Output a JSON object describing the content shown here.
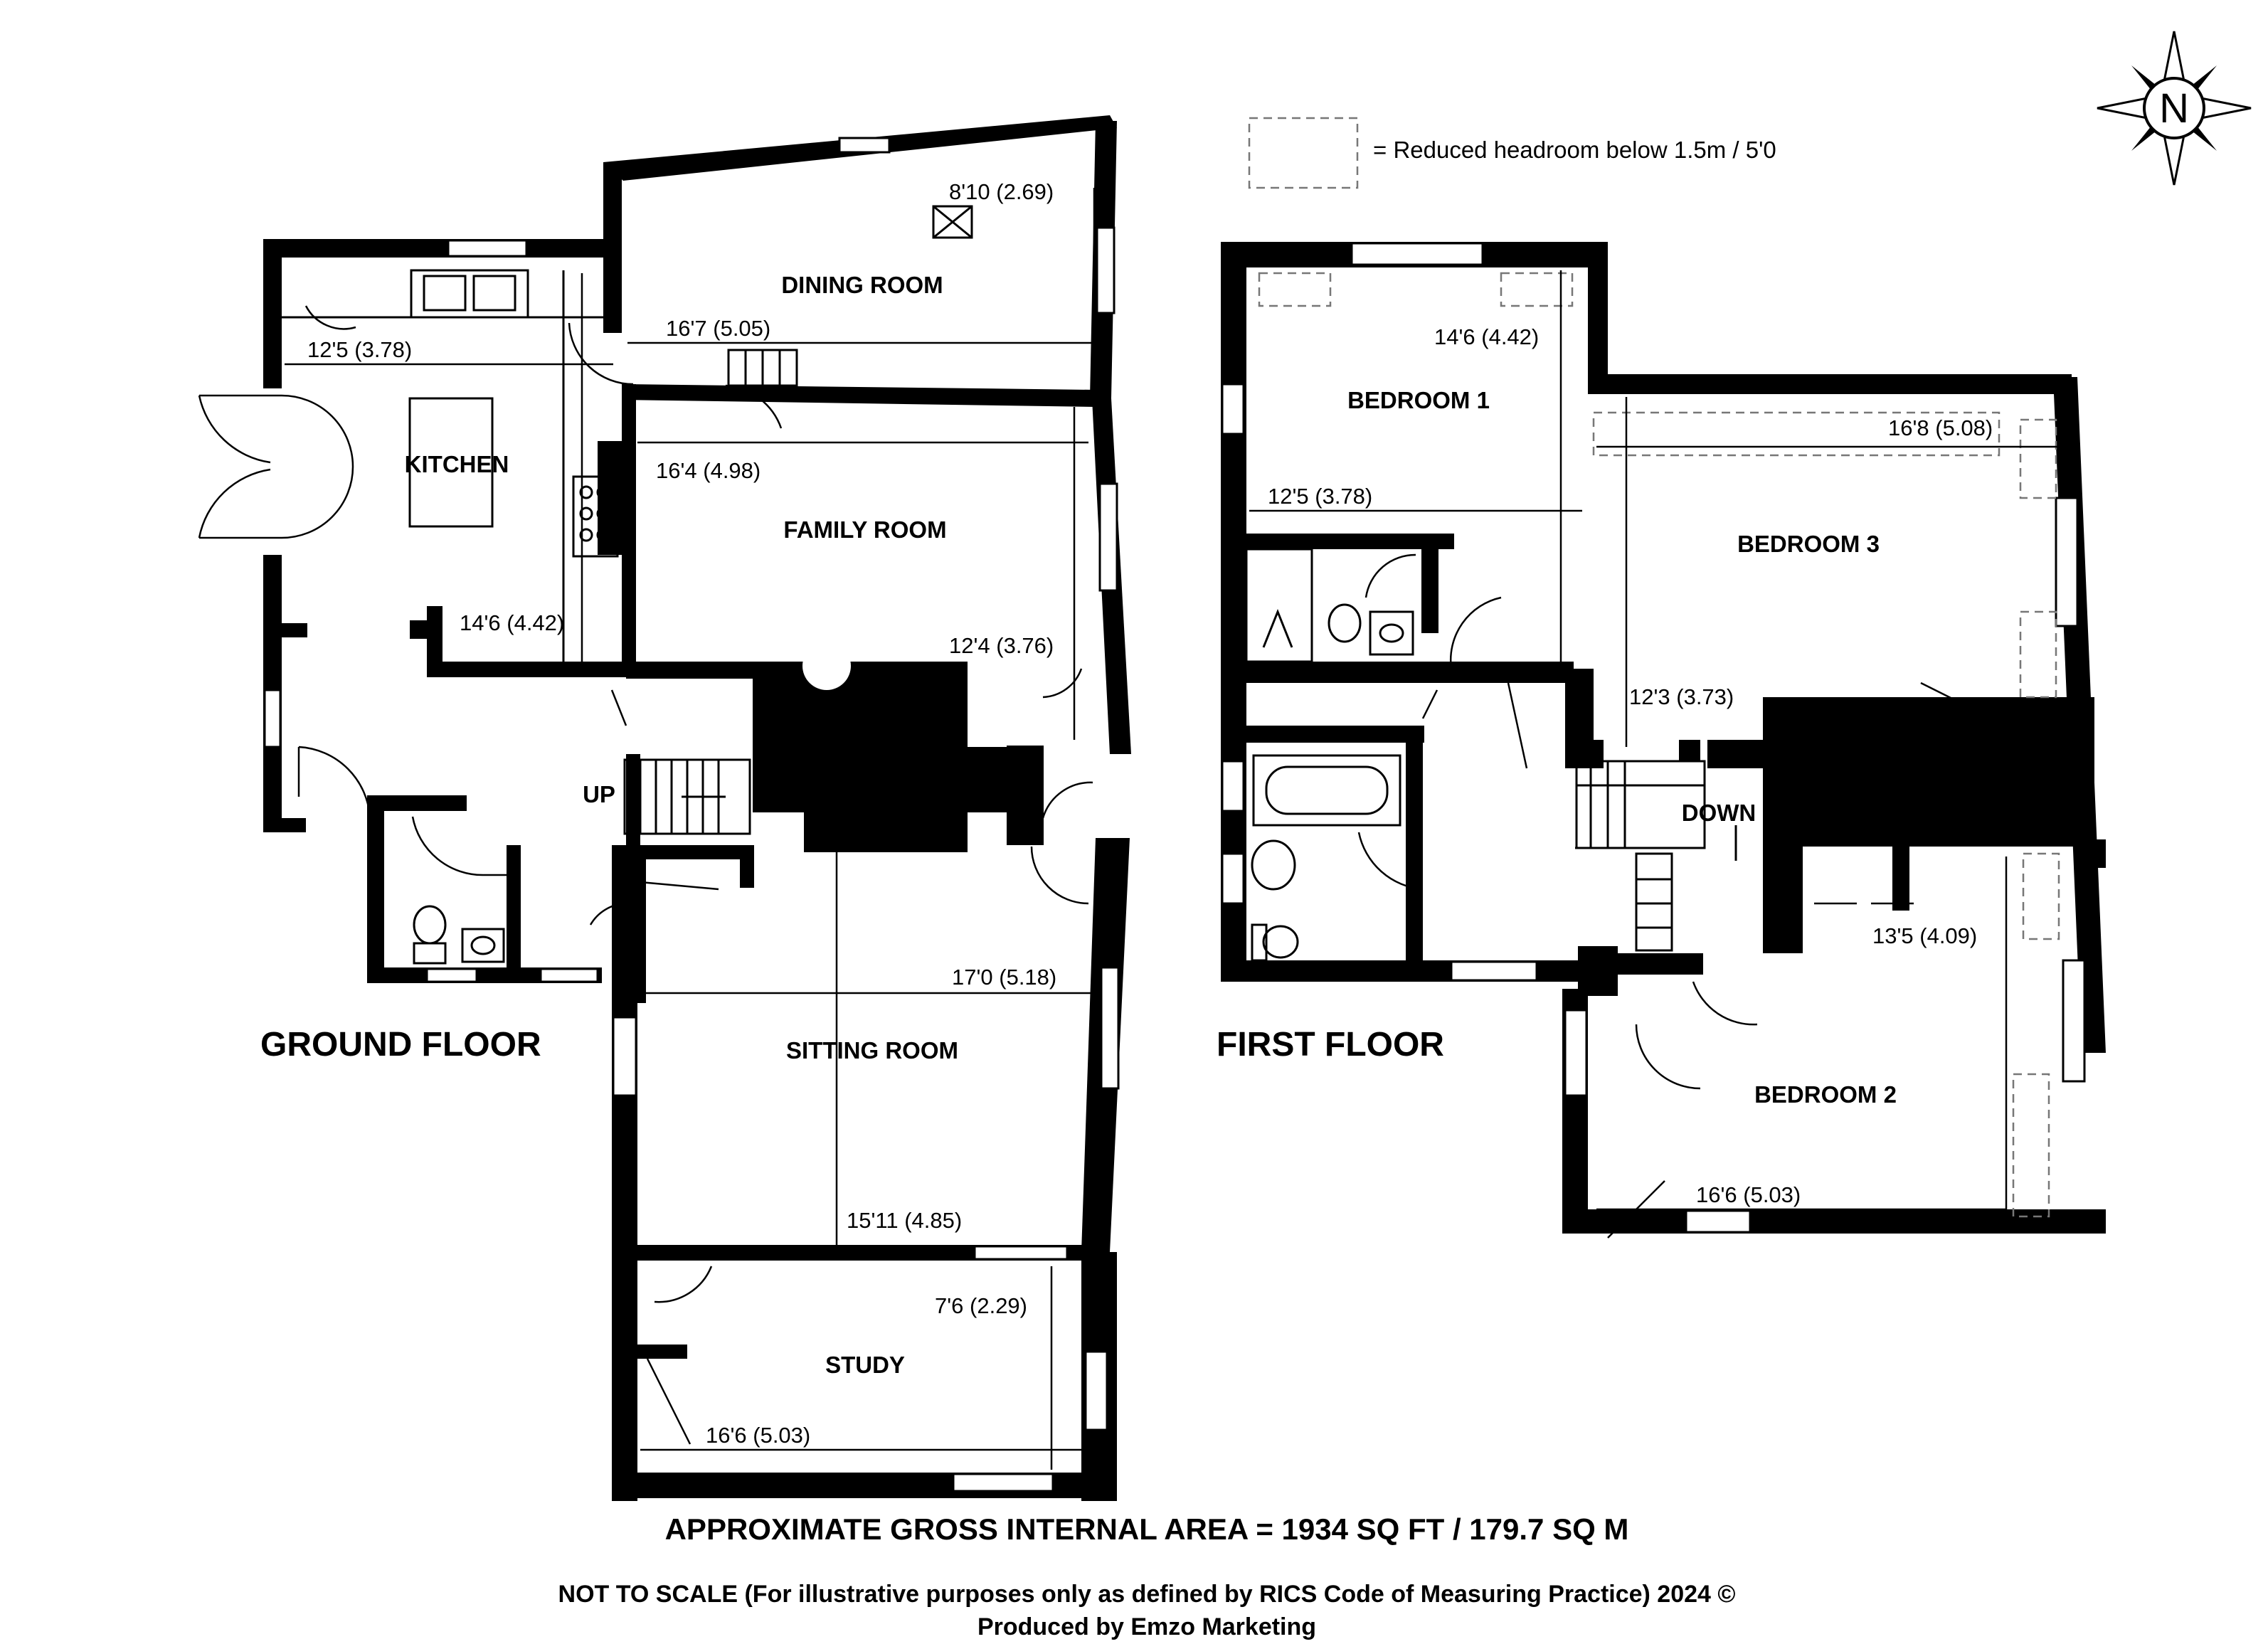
{
  "legend": {
    "text": "= Reduced headroom below 1.5m / 5'0"
  },
  "compass": {
    "label": "N"
  },
  "ground_floor": {
    "label": "GROUND FLOOR",
    "rooms": [
      {
        "name": "KITCHEN"
      },
      {
        "name": "DINING ROOM"
      },
      {
        "name": "FAMILY ROOM"
      },
      {
        "name": "SITTING ROOM"
      },
      {
        "name": "STUDY"
      }
    ],
    "stairs_label": "UP",
    "dimensions": {
      "kitchen_width": "12'5 (3.78)",
      "kitchen_length": "14'6 (4.42)",
      "dining_width": "16'7 (5.05)",
      "dining_depth": "8'10 (2.69)",
      "family_width": "16'4 (4.98)",
      "family_depth": "12'4 (3.76)",
      "sitting_width": "17'0 (5.18)",
      "sitting_depth": "15'11 (4.85)",
      "study_width": "16'6 (5.03)",
      "study_depth": "7'6 (2.29)"
    }
  },
  "first_floor": {
    "label": "FIRST FLOOR",
    "rooms": [
      {
        "name": "BEDROOM 1"
      },
      {
        "name": "BEDROOM 3"
      },
      {
        "name": "BEDROOM 2"
      }
    ],
    "stairs_label": "DOWN",
    "dimensions": {
      "bed1_width": "12'5 (3.78)",
      "bed1_depth": "14'6 (4.42)",
      "bed3_width": "16'8 (5.08)",
      "bed3_depth": "12'3 (3.73)",
      "bed2_width": "16'6 (5.03)",
      "bed2_depth": "13'5 (4.09)"
    }
  },
  "footer": {
    "area": "APPROXIMATE GROSS INTERNAL AREA = 1934 SQ FT / 179.7 SQ M",
    "disclaimer": "NOT TO SCALE (For illustrative purposes only as defined by RICS Code of Measuring Practice) 2024 ©",
    "producer": "Produced by Emzo Marketing"
  },
  "colors": {
    "wall": "#000000",
    "background": "#ffffff",
    "headroom_dash": "#777777"
  }
}
